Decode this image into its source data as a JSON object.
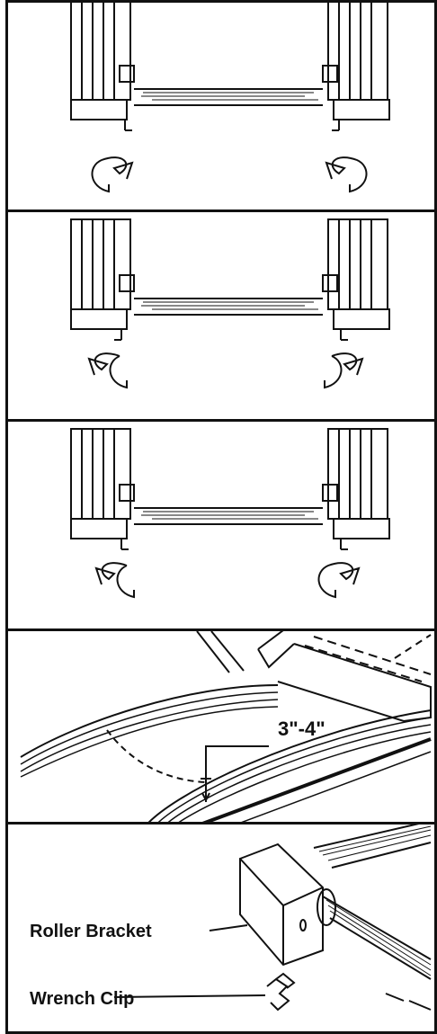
{
  "panels": {
    "measure": {
      "label": "3\"-4\""
    },
    "detail": {
      "roller_label": "Roller Bracket",
      "wrench_label": "Wrench Clip"
    }
  }
}
